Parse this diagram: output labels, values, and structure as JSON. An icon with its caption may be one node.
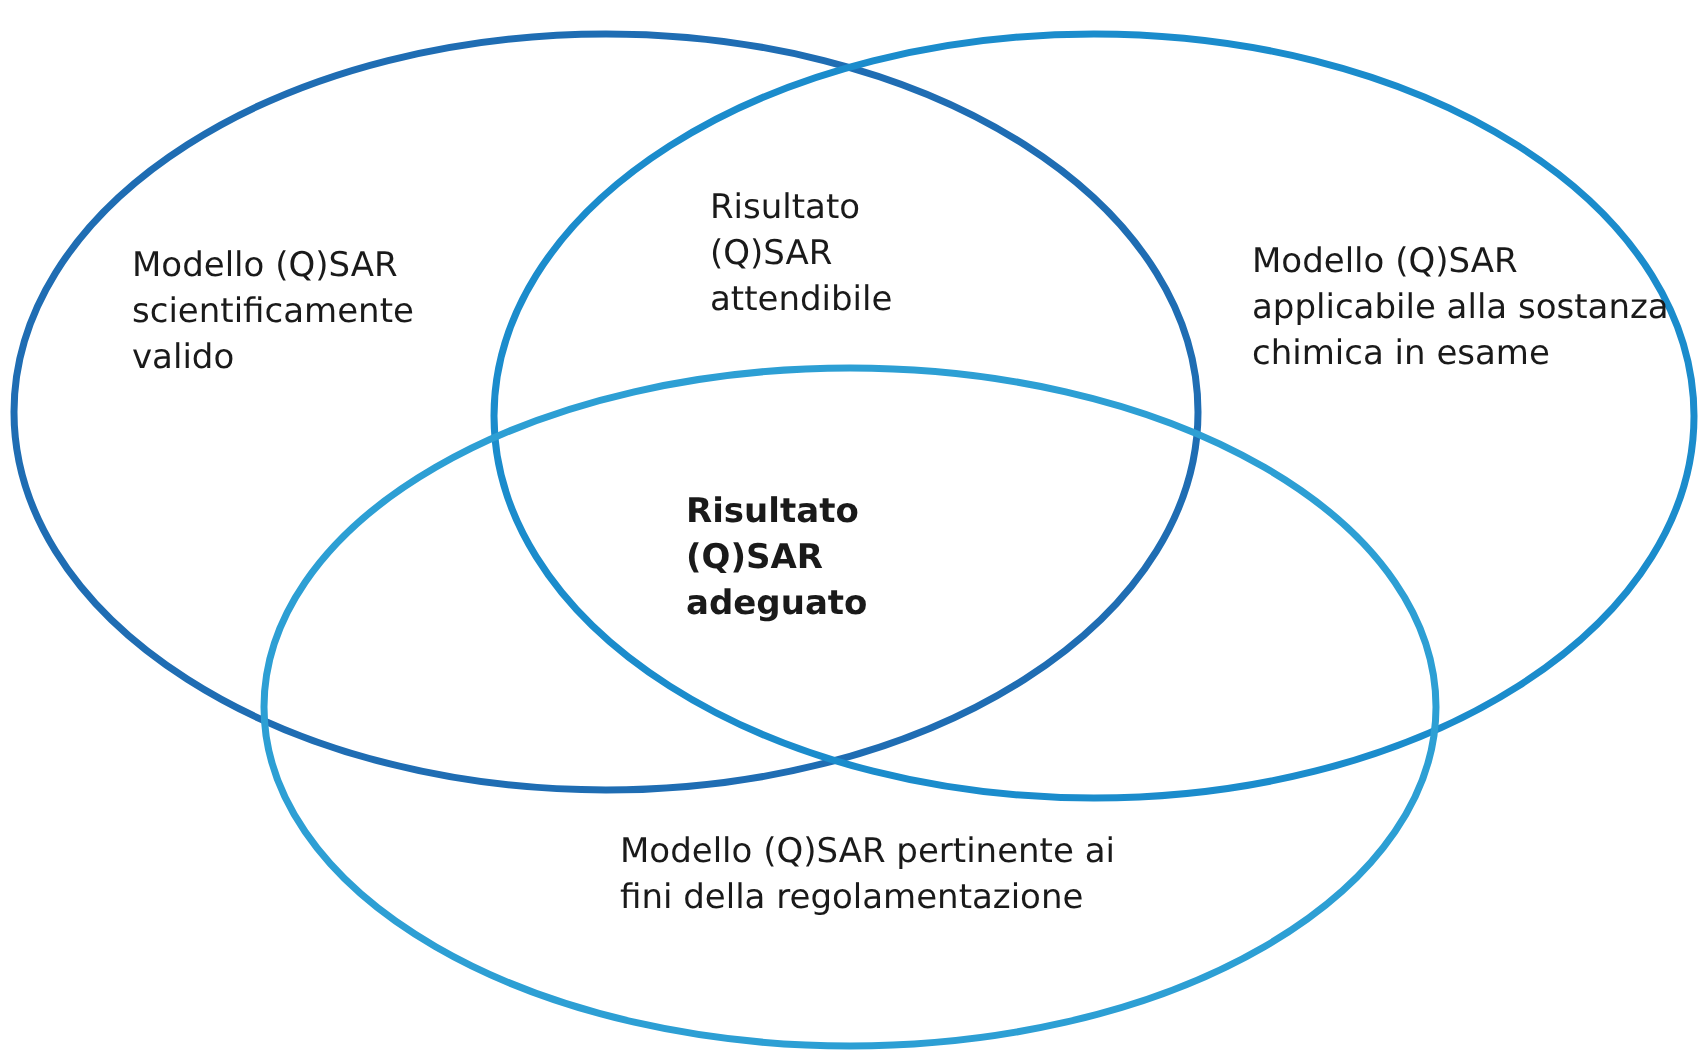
{
  "diagram": {
    "nodes": [
      {
        "text": [
          "Modello (Q)SAR scientificamente valido"
        ]
      },
      {
        "text": [
          "Modello (Q)SAR applicabile alla sostanza chimica in esame"
        ]
      },
      {
        "text": [
          "Modello (Q)SAR pertinente ai fini della regolamentazione"
        ]
      }
    ],
    "labels": [
      "Risultato (Q)SAR attendibile",
      "Risultato (Q)SAR adeguato"
    ]
  }
}
